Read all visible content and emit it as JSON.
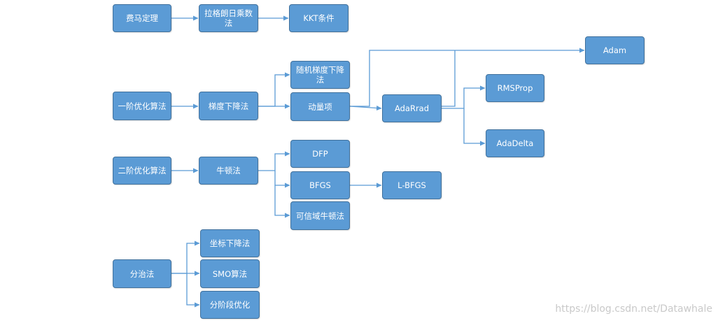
{
  "colors": {
    "node_fill": "#5b9bd5",
    "node_border": "#41719c",
    "connector": "#5b9bd5",
    "text": "#ffffff"
  },
  "nodes": {
    "feima": "费马定理",
    "lagrange": "拉格朗日乘数法",
    "kkt": "KKT条件",
    "first_order": "一阶优化算法",
    "gradient_descent": "梯度下降法",
    "sgd": "随机梯度下降法",
    "momentum": "动量项",
    "adagrad": "AdaRrad",
    "adam": "Adam",
    "rmsprop": "RMSProp",
    "adadelta": "AdaDelta",
    "second_order": "二阶优化算法",
    "newton": "牛顿法",
    "dfp": "DFP",
    "bfgs": "BFGS",
    "lbfgs": "L-BFGS",
    "trust_region": "可信域牛顿法",
    "divide_conquer": "分治法",
    "coordinate_descent": "坐标下降法",
    "smo": "SMO算法",
    "stagewise": "分阶段优化"
  },
  "watermark": "https://blog.csdn.net/Datawhale"
}
